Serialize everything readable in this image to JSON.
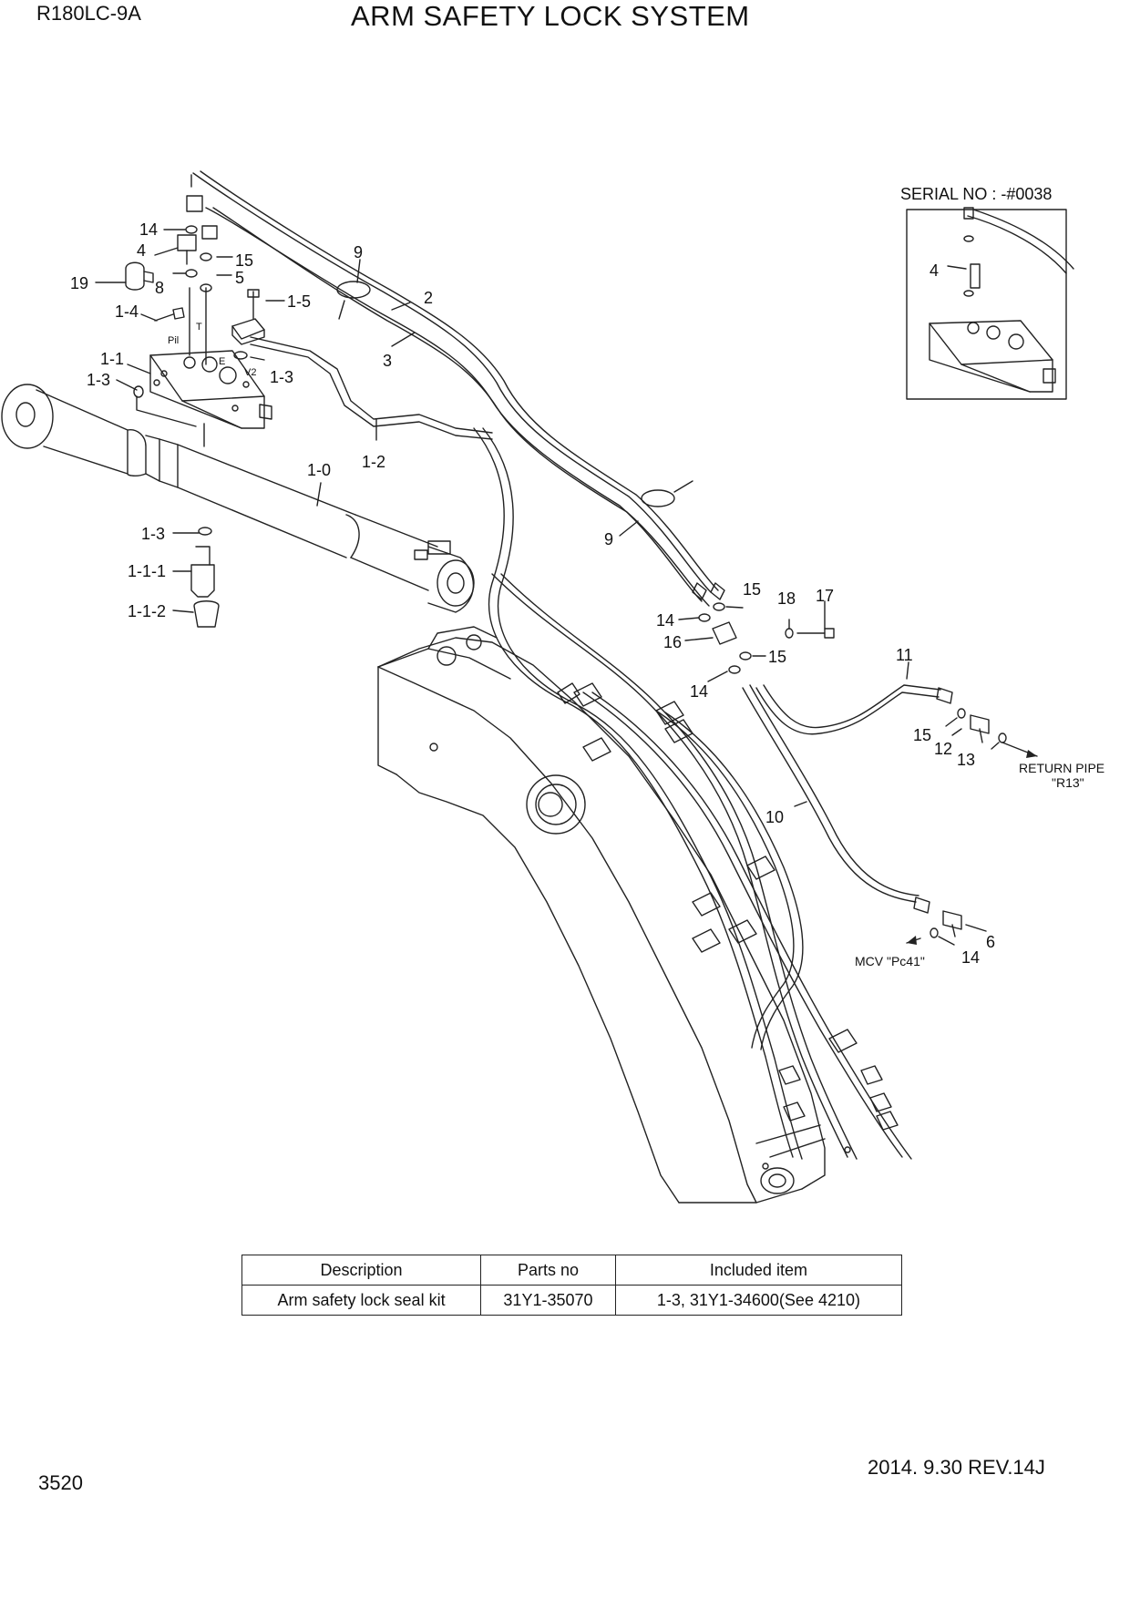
{
  "header": {
    "model": "R180LC-9A",
    "title": "ARM SAFETY LOCK SYSTEM"
  },
  "inset": {
    "serial_label": "SERIAL NO : -#0038",
    "callout": "4"
  },
  "callouts": {
    "c14_top": "14",
    "c4": "4",
    "c19": "19",
    "c15_top": "15",
    "c8": "8",
    "c5": "5",
    "c1_5": "1-5",
    "c1_4": "1-4",
    "c1_1": "1-1",
    "c1_3a": "1-3",
    "c1_3b": "1-3",
    "c1_3c": "1-3",
    "c9_top": "9",
    "c2": "2",
    "c3": "3",
    "c1_2": "1-2",
    "c1_0": "1-0",
    "c1_1_1": "1-1-1",
    "c1_1_2": "1-1-2",
    "c9_mid": "9",
    "c15_mid": "15",
    "c18": "18",
    "c17": "17",
    "c14_mid": "14",
    "c16": "16",
    "c15_low": "15",
    "c14_low": "14",
    "c11": "11",
    "c15_r": "15",
    "c12": "12",
    "c13": "13",
    "c10": "10",
    "c6": "6",
    "c14_bot": "14"
  },
  "port_labels": {
    "pil": "Pil",
    "t": "T",
    "e": "E",
    "v2": "V2"
  },
  "notes": {
    "return_pipe_line1": "RETURN PIPE",
    "return_pipe_line2": "\"R13\"",
    "mcv": "MCV  \"Pc41\""
  },
  "kit_table": {
    "headers": [
      "Description",
      "Parts no",
      "Included item"
    ],
    "rows": [
      [
        "Arm safety lock seal kit",
        "31Y1-35070",
        "1-3, 31Y1-34600(See 4210)"
      ]
    ]
  },
  "footer": {
    "page": "3520",
    "revision": "2014. 9.30  REV.14J"
  }
}
